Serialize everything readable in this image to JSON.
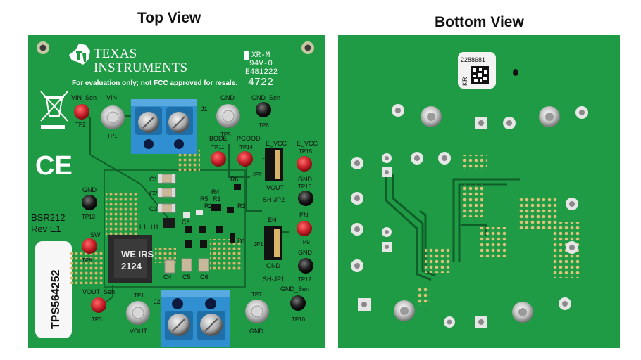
{
  "headings": {
    "top": "Top View",
    "bottom": "Bottom View"
  },
  "colors": {
    "board": "#1f9a45",
    "board_dark": "#168a3a",
    "terminal": "#2f8fd0",
    "testpoint_red": "#c8202a",
    "testpoint_black": "#1a1a1a"
  },
  "top_board": {
    "brand_line1": "TEXAS",
    "brand_line2": "INSTRUMENTS",
    "logo": "ti-logo",
    "disclaimer": "For evaluation only; not FCC approved for resale.",
    "ul_mark": "XR-M",
    "ul_rating": "94V-0",
    "ul_file": "E481222",
    "date_code": "4722",
    "weee_icon": "crossed-bin-icon",
    "ce_mark": "CE",
    "board_id": "BSR212",
    "revision": "Rev E1",
    "part_number": "TPS564252",
    "inductor_marking_1": "WE IRS",
    "inductor_marking_2": "2124",
    "labels": {
      "vin_sen": "VIN_Sen",
      "vin": "VIN",
      "tp2": "TP2",
      "tp1_top": "TP1",
      "j1": "J1",
      "gnd_top": "GND",
      "gnd_sen_top": "GND_Sen",
      "tp5": "TP5",
      "tp6": "TP6",
      "bode": "BODE",
      "pgood": "PGOOD",
      "tp11": "TP11",
      "tp14": "TP14",
      "e_vcc_1": "E_VCC",
      "e_vcc_2": "E_VCC",
      "tp15": "TP15",
      "jp2": "JP2",
      "vout_jp2": "VOUT",
      "gnd_tp16": "GND",
      "tp16": "TP16",
      "sh_jp2": "SH-JP2",
      "en_1": "EN",
      "en_2": "EN",
      "tp9": "TP9",
      "jp1": "JP1",
      "gnd_jp1": "GND",
      "gnd_tp12": "GND",
      "tp12": "TP12",
      "sh_jp1": "SH-JP1",
      "gnd_tp13": "GND",
      "tp13": "TP13",
      "sw": "SW",
      "tp8": "TP8",
      "vout_sen": "VOUT_Sen",
      "tp3": "TP3",
      "tp1_bottom": "TP1",
      "vout_bottom": "VOUT",
      "j2": "J2",
      "tp7": "TP7",
      "gnd_bottom": "GND",
      "gnd_sen_bottom": "GND_Sen",
      "tp10": "TP10",
      "c1": "C1",
      "c2": "C2",
      "c3": "C3",
      "c4": "C4",
      "c5": "C5",
      "c6": "C6",
      "c8": "C8",
      "l1": "L1",
      "u1": "U1",
      "r1": "R1",
      "r2": "R2",
      "r3": "R3",
      "r4": "R4",
      "r5": "R5",
      "r6": "R6",
      "d1": "D1"
    }
  },
  "bottom_board": {
    "serial": "2288681",
    "label_prefix": "KR",
    "qr_icon": "data-matrix-icon"
  }
}
